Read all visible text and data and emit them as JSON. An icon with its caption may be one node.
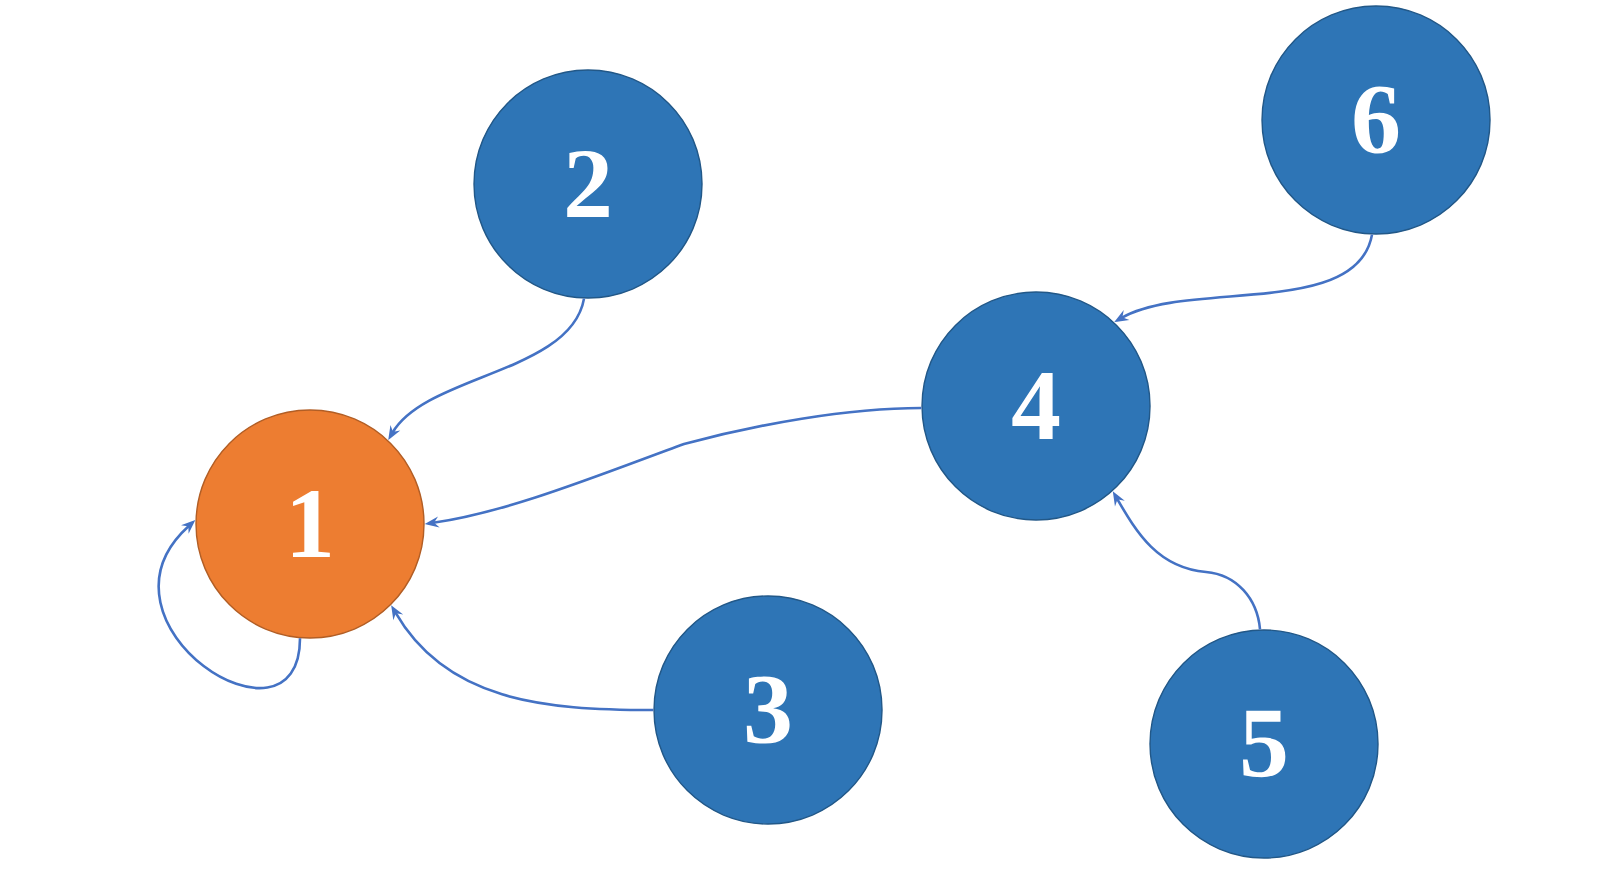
{
  "diagram": {
    "nodes": [
      {
        "text": [
          "1"
        ]
      },
      {
        "text": [
          "2"
        ]
      },
      {
        "text": [
          "3"
        ]
      },
      {
        "text": [
          "4"
        ]
      },
      {
        "text": [
          "5"
        ]
      },
      {
        "text": [
          "6"
        ]
      }
    ],
    "edges": [
      {
        "from": 1,
        "to": 0,
        "arrow": "to"
      },
      {
        "from": 3,
        "to": 0,
        "arrow": "to"
      },
      {
        "from": 2,
        "to": 0,
        "arrow": "to"
      },
      {
        "from": 0,
        "to": 0,
        "arrow": "to"
      },
      {
        "from": 5,
        "to": 3,
        "arrow": "to"
      },
      {
        "from": 4,
        "to": 3,
        "arrow": "to"
      }
    ]
  }
}
